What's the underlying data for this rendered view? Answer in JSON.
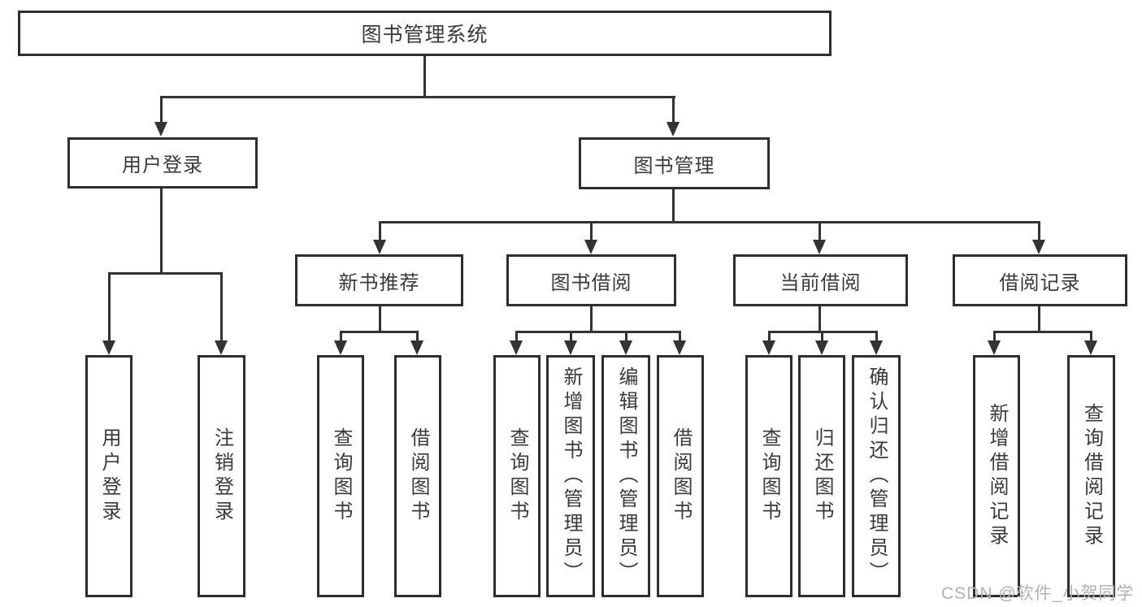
{
  "colors": {
    "line": "#333333",
    "box_border": "#2e2e2e",
    "text": "#3a3a3a",
    "watermark": "#b1b1b1",
    "background": "#ffffff"
  },
  "tree": {
    "root": {
      "label": "图书管理系统"
    },
    "level2": [
      {
        "label": "用户登录",
        "children": [
          "用户登录",
          "注销登录"
        ]
      },
      {
        "label": "图书管理"
      }
    ],
    "level3": [
      {
        "label": "新书推荐",
        "children": [
          "查询图书",
          "借阅图书"
        ]
      },
      {
        "label": "图书借阅",
        "children": [
          "查询图书",
          "新增图书（管理员）",
          "编辑图书（管理员）",
          "借阅图书"
        ]
      },
      {
        "label": "当前借阅",
        "children": [
          "查询图书",
          "归还图书",
          "确认归还（管理员）"
        ]
      },
      {
        "label": "借阅记录",
        "children": [
          "新增借阅记录",
          "查询借阅记录"
        ]
      }
    ]
  },
  "watermark": {
    "text": "CSDN @软件_小贺同学"
  }
}
